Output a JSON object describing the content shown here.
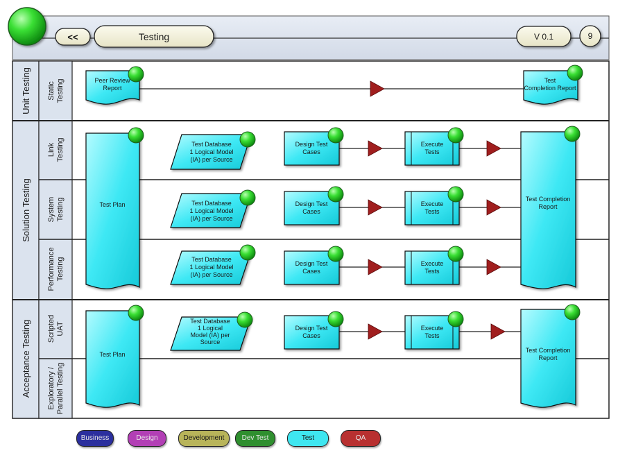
{
  "header": {
    "back_label": "<<",
    "title": "Testing",
    "version": "V 0.1",
    "page_number": "9"
  },
  "lanes": {
    "unit": {
      "label": "Unit Testing",
      "sub": [
        "Static",
        "Testing"
      ]
    },
    "solution": {
      "label": "Solution  Testing",
      "link": [
        "Link",
        "Testing"
      ],
      "system": [
        "System",
        "Testing"
      ],
      "performance": [
        "Performance",
        "Testing"
      ]
    },
    "acceptance": {
      "label": "Acceptance Testing",
      "scripted": [
        "Scripted",
        "UAT"
      ],
      "exploratory": [
        "Exploratory /",
        "Parallel Testing"
      ]
    }
  },
  "shapes": {
    "peer_review": [
      "Peer Review",
      "Report"
    ],
    "test_completion_unit": [
      "Test",
      "Completion Report"
    ],
    "test_plan": "Test Plan",
    "test_completion_report": [
      "Test Completion",
      "Report"
    ],
    "test_database": [
      "Test Database",
      "1 Logical Model",
      "(IA) per Source"
    ],
    "test_database_uat": [
      "Test Database",
      "1 Logical",
      "Model (IA) per",
      "Source"
    ],
    "design_test_cases": [
      "Design Test",
      "Cases"
    ],
    "execute_tests": [
      "Execute",
      "Tests"
    ]
  },
  "legend": [
    {
      "label": "Business",
      "color": "#2b2f9e"
    },
    {
      "label": "Design",
      "color": "#b23fb5"
    },
    {
      "label": "Development",
      "color": "#b8b45a"
    },
    {
      "label": "Dev Test",
      "color": "#2f8f2f"
    },
    {
      "label": "Test",
      "color": "#3fe6f0"
    },
    {
      "label": "QA",
      "color": "#b83030"
    }
  ],
  "colors": {
    "shape_fill": "#2ee6f2",
    "header_fill": "#dbe3ee",
    "pill_fill": "#f2f0d8",
    "lane_fill": "#dbe3ee",
    "arrow_fill": "#a01e1e",
    "dot_fill": "#2ecc2e"
  }
}
